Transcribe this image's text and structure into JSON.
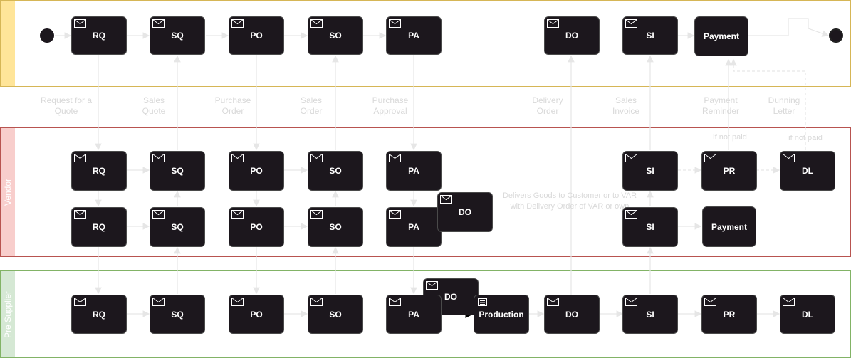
{
  "colors": {
    "customer_lane": "#ffe599",
    "customer_border": "#d6b656",
    "vendor_lane": "#f8cecc",
    "vendor_border": "#b85450",
    "supplier_lane": "#d5e8d4",
    "supplier_border": "#82b366",
    "node_fill": "#1c171d",
    "connector": "#e6e6e6",
    "label": "#d9d9d9"
  },
  "lanes": {
    "customer": "",
    "vendor": "Vendor",
    "supplier": "Pre Supplier"
  },
  "customer": {
    "rq": "RQ",
    "sq": "SQ",
    "po": "PO",
    "so": "SO",
    "pa": "PA",
    "do": "DO",
    "si": "SI",
    "payment": "Payment"
  },
  "flow_labels": {
    "rq": "Request for a Quote",
    "sq": "Sales Quote",
    "po": "Purchase Order",
    "so": "Sales Order",
    "pa": "Purchase Approval",
    "do": "Delivery Order",
    "si": "Sales Invoice",
    "pr": "Payment Reminder",
    "dl": "Dunning Letter"
  },
  "vendor_row1": {
    "rq": "RQ",
    "sq": "SQ",
    "po": "PO",
    "so": "SO",
    "pa": "PA",
    "si": "SI",
    "pr": "PR",
    "dl": "DL"
  },
  "vendor_row2": {
    "rq": "RQ",
    "sq": "SQ",
    "po": "PO",
    "so": "SO",
    "pa": "PA",
    "do": "DO",
    "si": "SI",
    "payment": "Payment"
  },
  "vendor_notes": {
    "if_not_paid_1": "if not paid",
    "if_not_paid_2": "if not paid",
    "delivers": "Delivers Goods to Customer or to VAR with Delivery Order of VAR or own"
  },
  "supplier": {
    "rq": "RQ",
    "sq": "SQ",
    "po": "PO",
    "so": "SO",
    "pa": "PA",
    "do_overlay": "DO",
    "production": "Production",
    "do": "DO",
    "si": "SI",
    "pr": "PR",
    "dl": "DL"
  },
  "icons": {
    "message": "envelope-icon",
    "task": "clipboard-icon",
    "start": "start-event-icon",
    "end": "end-event-icon"
  }
}
